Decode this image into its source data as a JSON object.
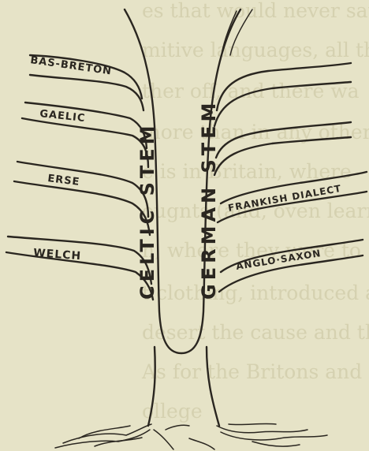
{
  "stems": {
    "celtic": "CELTIC STEM",
    "german": "GERMAN STEM"
  },
  "branches": {
    "celtic": [
      "BAS-BRETON",
      "GAELIC",
      "ERSE",
      "WELCH"
    ],
    "german": [
      "FRANKISH DIALECT",
      "ANGLO·SAXON"
    ]
  },
  "background_text": [
    "es that would never satis",
    "mitive languages, all th",
    "ther off, and there wa",
    "more than in any other",
    "e is in Britain, where",
    "ougnts (and, oven learning",
    "n, where they were to",
    "t clothing, introduced at",
    "desert the cause and the",
    "As for the Britons and a",
    "ollege"
  ],
  "colors": {
    "paper": "#e6e3c7",
    "ink": "#2a2620",
    "ghost": "#d5d1b0"
  }
}
